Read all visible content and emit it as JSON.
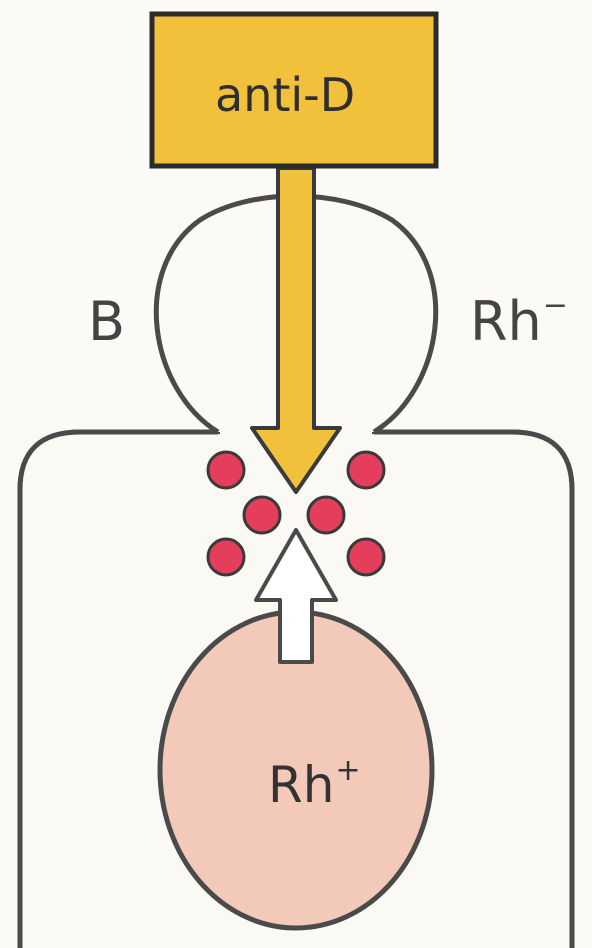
{
  "labels": {
    "anti_d": "anti-D",
    "b": "B",
    "rh_neg_base": "Rh",
    "rh_neg_sign": "−",
    "rh_pos_base": "Rh",
    "rh_pos_sign": "+"
  },
  "colors": {
    "anti_d_box": "#f2c13c",
    "anti_d_border": "#2b2b2b",
    "arrow_down": "#f2c13c",
    "arrow_up": "#ffffff",
    "body_fill": "#faf9f4",
    "outline": "#4a4a4a",
    "rh_pos_cell": "#f3c9b9",
    "red_cells": "#e53d5c",
    "background": "#fbfaf6"
  },
  "icons": {
    "down_arrow": "arrow-down-icon",
    "up_arrow": "arrow-up-icon",
    "red_cell": "red-blood-cell-icon"
  }
}
